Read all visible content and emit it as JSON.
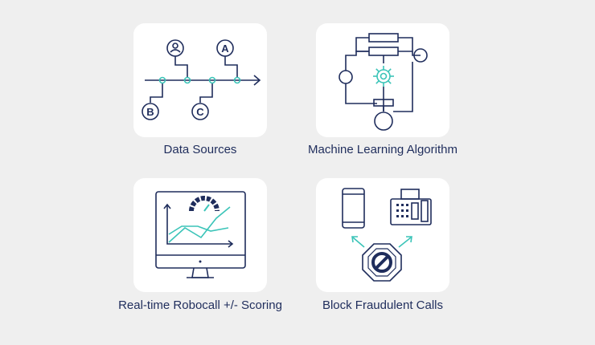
{
  "cards": {
    "data_sources": {
      "label": "Data Sources",
      "node_a": "A",
      "node_b": "B",
      "node_c": "C"
    },
    "ml_algorithm": {
      "label": "Machine Learning Algorithm"
    },
    "scoring": {
      "label": "Real-time Robocall +/- Scoring"
    },
    "block": {
      "label": "Block Fraudulent Calls"
    }
  },
  "colors": {
    "navy": "#1f2d5c",
    "teal": "#3bc4b8",
    "background": "#efefef",
    "card": "#ffffff"
  }
}
